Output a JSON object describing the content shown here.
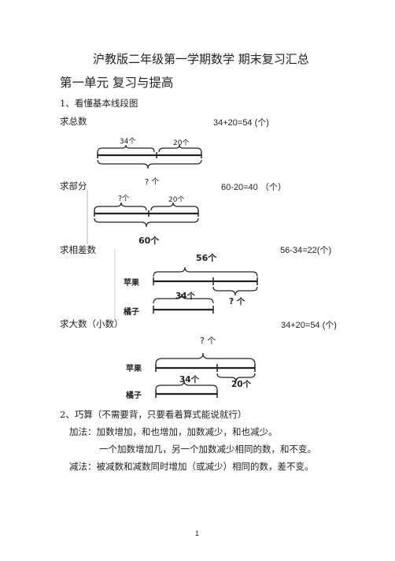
{
  "document": {
    "title": "沪教版二年级第一学期数学  期末复习汇总",
    "unit_heading": "第一单元   复习与提高",
    "section1": "1、看懂基本线段图",
    "cases": [
      {
        "label": "求总数",
        "equation": "34+20=54 (个)",
        "diagram": {
          "left": "34个",
          "right": "20个",
          "total": "? 个"
        }
      },
      {
        "label": "求部分",
        "equation": "60-20=40 （个）",
        "diagram": {
          "left": "?个",
          "right": "20个",
          "total": "60个"
        }
      },
      {
        "label": "求相差数",
        "equation": "56-34=22(个)",
        "diagram": {
          "top_total": "56个",
          "row1": "苹果",
          "row2": "橘子",
          "bottom": "34个",
          "diff": "? 个"
        }
      },
      {
        "label": "求大数（小数）",
        "equation": "34+20=54 (个)",
        "diagram": {
          "top_total": "? 个",
          "row1": "苹果",
          "row2": "橘子",
          "bottom": "34个",
          "diff": "20个"
        }
      }
    ],
    "section2": "2、巧算（不需要背，只要看着算式能说就行）",
    "add_rule_1": "加法：加数增加，和也增加，加数减少，和也减少。",
    "add_rule_2": "一个加数增加几，另一个加数减少相同的数，和不变。",
    "sub_rule": "减法：被减数和减数同时增加（或减少）相同的数，差不变。",
    "page_number": "1"
  }
}
